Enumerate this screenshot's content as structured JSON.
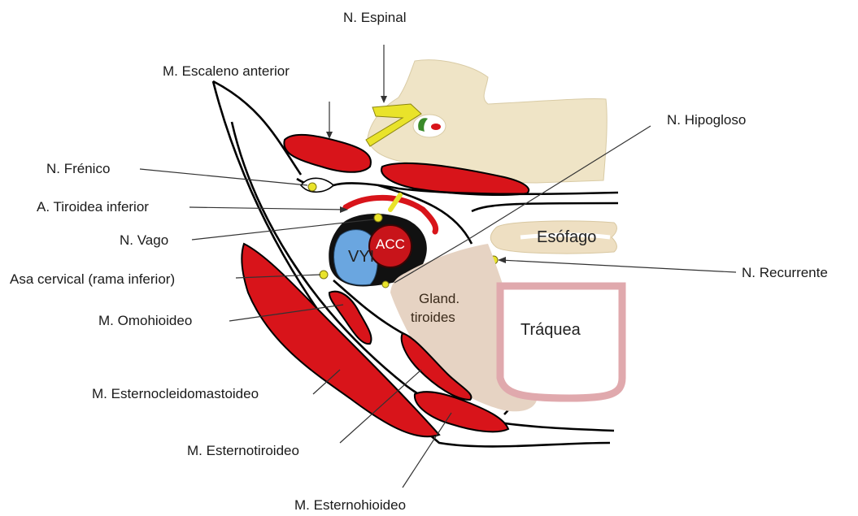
{
  "labels": {
    "espinal": "N. Espinal",
    "escaleno": "M. Escaleno anterior",
    "hipogloso": "N. Hipogloso",
    "frenico": "N. Frénico",
    "tiroidea": "A. Tiroidea inferior",
    "vago": "N. Vago",
    "asa": "Asa cervical (rama inferior)",
    "omohioideo": "M. Omohioideo",
    "recurrente": "N. Recurrente",
    "ecm": "M. Esternocleidomastoideo",
    "esternotiroideo": "M. Esternotiroideo",
    "esternohioideo": "M. Esternohioideo",
    "esofago": "Esófago",
    "gland_line1": "Gland.",
    "gland_line2": "tiroides",
    "traquea": "Tráquea",
    "vyi": "VYI",
    "acc": "ACC"
  },
  "colors": {
    "muscle": "#d8141a",
    "bone": "#efe4c6",
    "nerve": "#e9e32a",
    "thyroid": "#e6d3c3",
    "trachea_ring": "#e0a9ad",
    "vein": "#6aa6e0",
    "artery": "#c8141a",
    "esophagus": "#eedfc2"
  }
}
